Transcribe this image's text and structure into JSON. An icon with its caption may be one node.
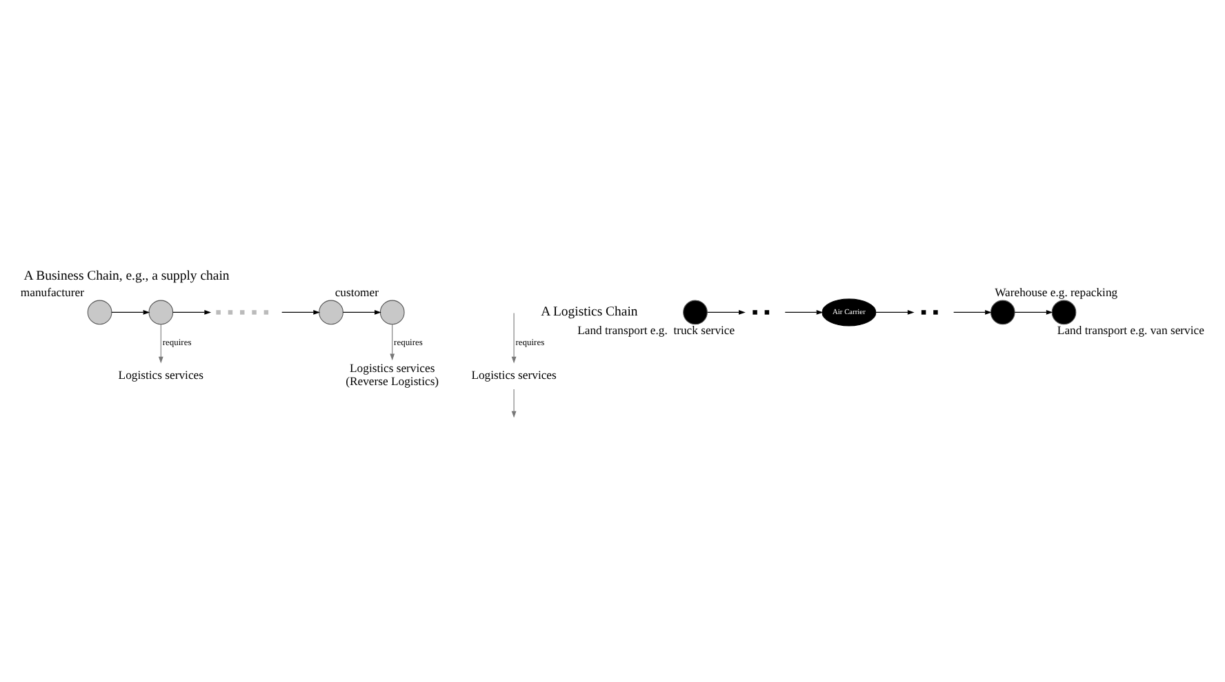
{
  "diagram": {
    "title": "A Business Chain, e.g., a supply chain",
    "nodes": [
      {
        "text": [],
        "shape": "circle",
        "beside": [
          "manufacturer"
        ]
      },
      {
        "text": [],
        "shape": "circle"
      },
      {
        "text": [],
        "shape": "dots"
      },
      {
        "text": [],
        "shape": "circle"
      },
      {
        "text": [],
        "shape": "circle",
        "beside": [
          "customer"
        ]
      },
      {
        "text": [
          "Logistics services"
        ]
      },
      {
        "text": [
          "Logistics services"
        ]
      },
      {
        "text": [
          "Logistics services",
          "(Reverse Logistics)"
        ]
      },
      {
        "text": [],
        "shape": "circle",
        "beside": [
          "Land transport e.g.  truck service"
        ]
      },
      {
        "text": [],
        "shape": "dots"
      },
      {
        "text": [
          "Air Carrier"
        ]
      },
      {
        "text": [],
        "shape": "dots"
      },
      {
        "text": [],
        "shape": "circle",
        "beside": [
          "Warehouse e.g. repacking"
        ]
      },
      {
        "text": [],
        "shape": "circle",
        "beside": [
          "Land transport e.g. van service"
        ]
      }
    ],
    "edges": [
      {
        "from": 0,
        "to": 1,
        "arrow": "to"
      },
      {
        "from": 1,
        "to": 2,
        "arrow": "to"
      },
      {
        "from": 2,
        "to": 3,
        "arrow": "to"
      },
      {
        "from": 3,
        "to": 4,
        "arrow": "to"
      },
      {
        "from": 1,
        "to": 5,
        "arrow": "to",
        "label": "requires",
        "color": "#777777"
      },
      {
        "from": null,
        "to": 6,
        "arrow": "to",
        "label": "requires",
        "color": "#777777"
      },
      {
        "from": 4,
        "to": 7,
        "arrow": "to",
        "label": "requires",
        "color": "#777777"
      },
      {
        "from": 6,
        "to": null,
        "arrow": "to",
        "color": "#777777"
      },
      {
        "from": 8,
        "to": 9,
        "arrow": "to"
      },
      {
        "from": 9,
        "to": 10,
        "arrow": "to"
      },
      {
        "from": 10,
        "to": 11,
        "arrow": "to"
      },
      {
        "from": 11,
        "to": 12,
        "arrow": "to"
      },
      {
        "from": 12,
        "to": 13,
        "arrow": "to"
      }
    ],
    "labels": [
      "A Logistics Chain"
    ]
  }
}
